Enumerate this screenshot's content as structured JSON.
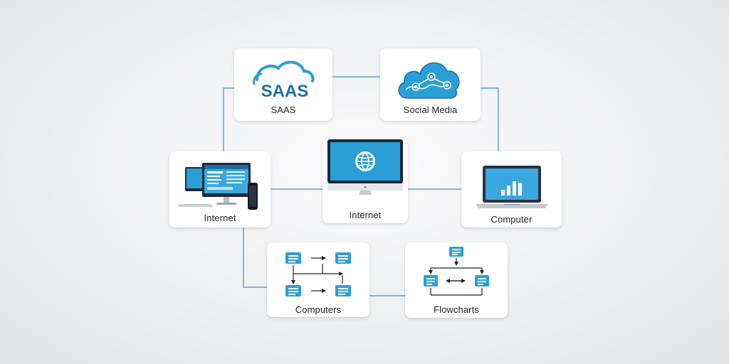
{
  "nodes": {
    "saas": {
      "label": "SAAS",
      "logo_text": "SAAS"
    },
    "social_media": {
      "label": "Social Media"
    },
    "internet_left": {
      "label": "Internet"
    },
    "internet_center": {
      "label": "Internet"
    },
    "computer": {
      "label": "Computer"
    },
    "computers": {
      "label": "Computers"
    },
    "flowcharts": {
      "label": "Flowcharts"
    }
  },
  "icons": {
    "saas": "cloud-icon",
    "social_media": "cloud-network-icon",
    "internet_left": "devices-icon",
    "internet_center": "desktop-globe-icon",
    "computer": "laptop-chart-icon",
    "computers": "flow-diagram-icon",
    "flowcharts": "flowchart-icon"
  },
  "colors": {
    "accent": "#2a9fd6",
    "accent_dark": "#1b6fa8",
    "connector": "#5aa0cf",
    "card_background": "#ffffff",
    "page_background": "#ececee",
    "label_text": "#222222"
  }
}
